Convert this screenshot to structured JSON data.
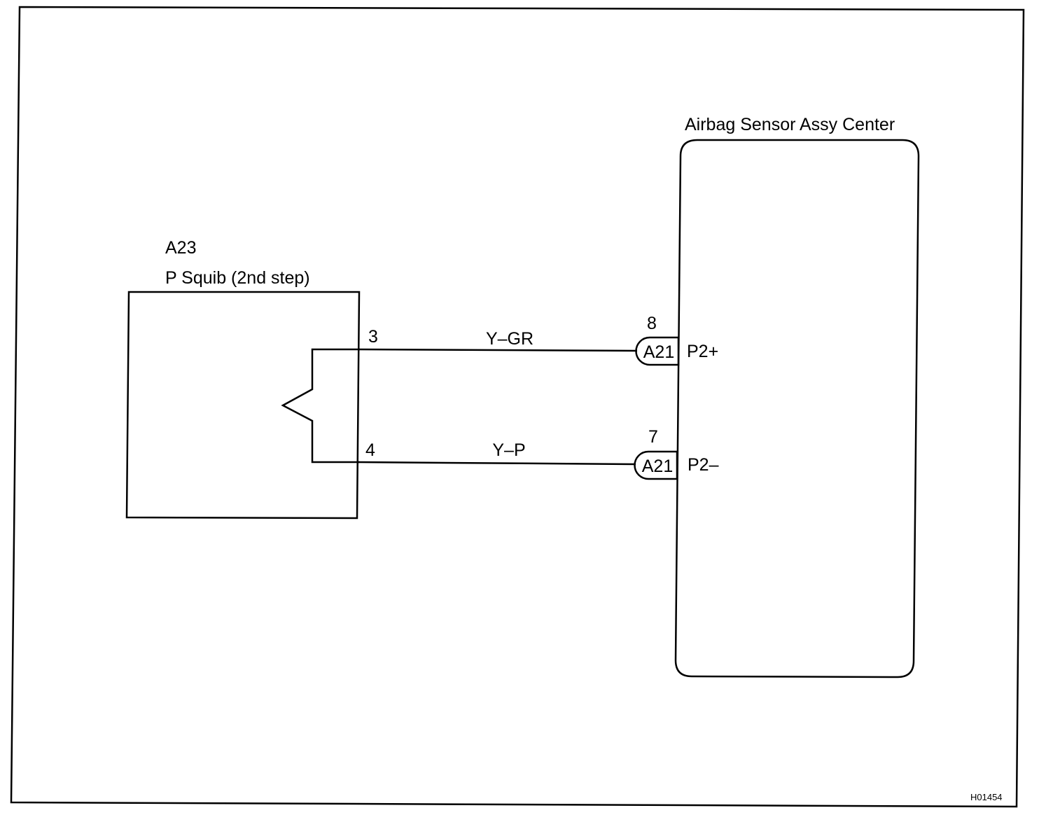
{
  "squib": {
    "connector_id": "A23",
    "name": "P Squib (2nd step)",
    "pins": {
      "top": "3",
      "bottom": "4"
    }
  },
  "sensor": {
    "name": "Airbag Sensor Assy Center",
    "connectors": [
      {
        "pin": "8",
        "connector": "A21",
        "terminal": "P2+"
      },
      {
        "pin": "7",
        "connector": "A21",
        "terminal": "P2–"
      }
    ]
  },
  "wires": [
    {
      "color": "Y–GR"
    },
    {
      "color": "Y–P"
    }
  ],
  "figure_code": "H01454"
}
